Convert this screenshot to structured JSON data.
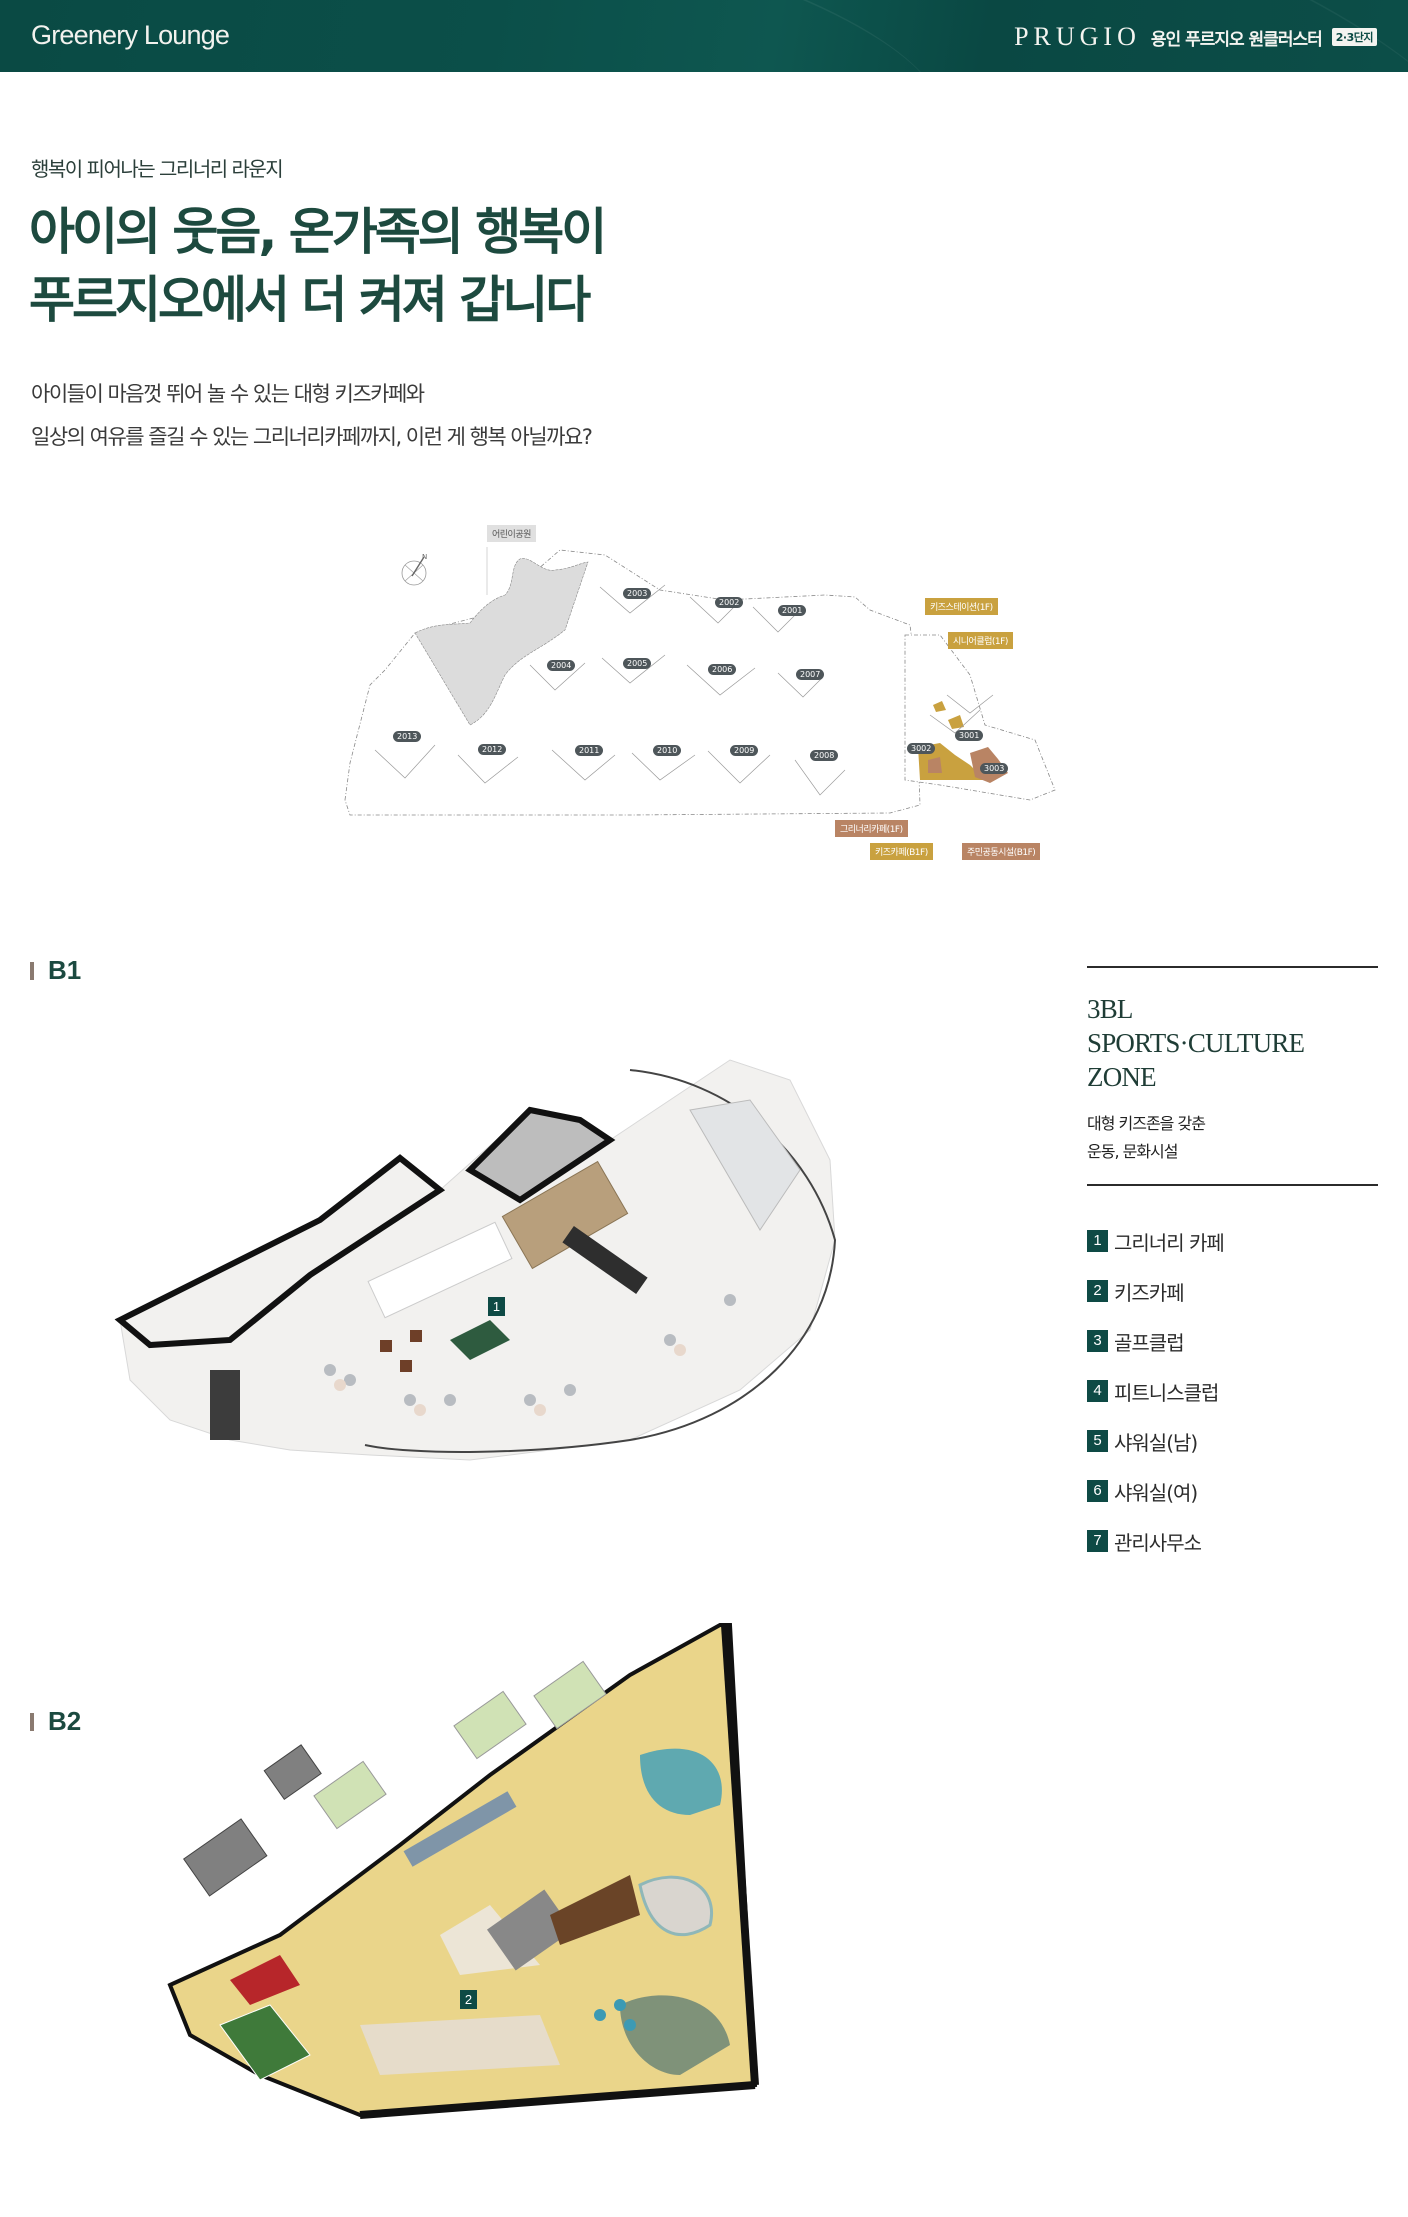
{
  "header": {
    "title": "Greenery Lounge",
    "brand": "PRUGIO",
    "complex_name": "용인 푸르지오 원클러스터",
    "complex_badge": "2·3단지"
  },
  "intro": {
    "eyebrow": "행복이 피어나는 그리너리 라운지",
    "headline_line1": "아이의 웃음, 온가족의 행복이",
    "headline_line2": "푸르지오에서 더 켜져 갑니다",
    "desc_line1": "아이들이 마음껏 뛰어 놀 수 있는 대형 키즈카페와",
    "desc_line2": "일상의 여유를 즐길 수 있는 그리너리카페까지, 이런 게 행복 아닐까요?"
  },
  "siteplan": {
    "park_label": "어린이공원",
    "compass": "N",
    "buildings": [
      "2001",
      "2002",
      "2003",
      "2004",
      "2005",
      "2006",
      "2007",
      "2008",
      "2009",
      "2010",
      "2011",
      "2012",
      "2013",
      "3001",
      "3002",
      "3003"
    ],
    "callouts": {
      "kids_station": "키즈스테이션(1F)",
      "senior_club": "시니어클럽(1F)",
      "greenery_cafe": "그리너리카페(1F)",
      "kids_cafe": "키즈카페(B1F)",
      "community": "주민공동시설(B1F)"
    }
  },
  "floors": {
    "b1": {
      "label": "B1",
      "badge": "1"
    },
    "b2": {
      "label": "B2",
      "badge": "2"
    }
  },
  "zone": {
    "title_line1": "3BL",
    "title_line2": "SPORTS·CULTURE ZONE",
    "desc_line1": "대형 키즈존을 갖춘",
    "desc_line2": "운동, 문화시설",
    "facilities": [
      {
        "num": "1",
        "label": "그리너리 카페"
      },
      {
        "num": "2",
        "label": "키즈카페"
      },
      {
        "num": "3",
        "label": "골프클럽"
      },
      {
        "num": "4",
        "label": "피트니스클럽"
      },
      {
        "num": "5",
        "label": "샤워실(남)"
      },
      {
        "num": "6",
        "label": "샤워실(여)"
      },
      {
        "num": "7",
        "label": "관리사무소"
      }
    ]
  },
  "colors": {
    "brand_green": "#0b4a44",
    "badge_green": "#0e4a45",
    "headline": "#1d4a3f",
    "gold": "#c9a13f",
    "brown": "#b98464"
  }
}
